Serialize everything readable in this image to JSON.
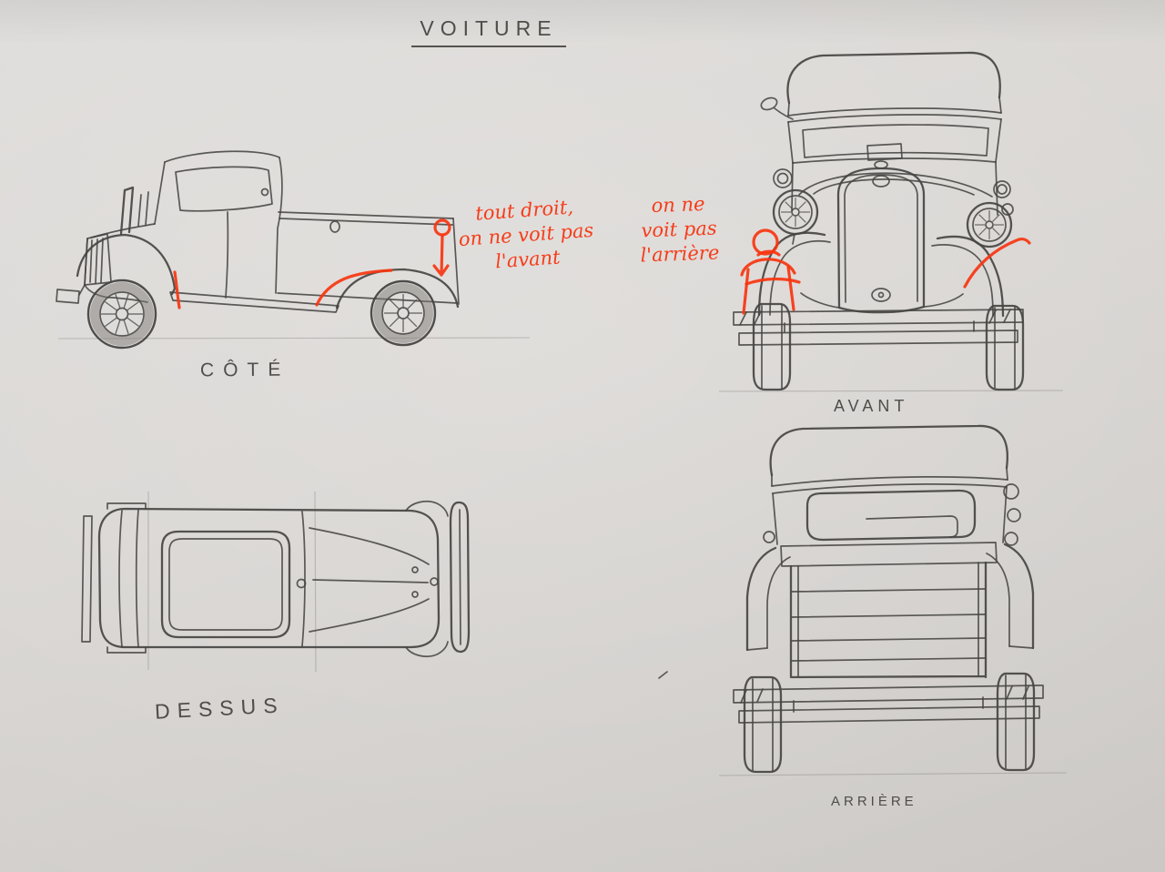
{
  "title": "VOITURE",
  "views": [
    {
      "id": "side",
      "label": "CÔTÉ"
    },
    {
      "id": "front",
      "label": "AVANT"
    },
    {
      "id": "top",
      "label": "DESSUS"
    },
    {
      "id": "rear",
      "label": "ARRIÈRE"
    }
  ],
  "annotations": {
    "side_note": {
      "lines": [
        "tout droit,",
        "on ne voit pas",
        "l'avant"
      ]
    },
    "rear_note": {
      "lines": [
        "on ne",
        "voit pas",
        "l'arrière"
      ]
    }
  },
  "colors": {
    "paper": "#d8d5d2",
    "pencil": "#474543",
    "ink": "#f73510"
  }
}
